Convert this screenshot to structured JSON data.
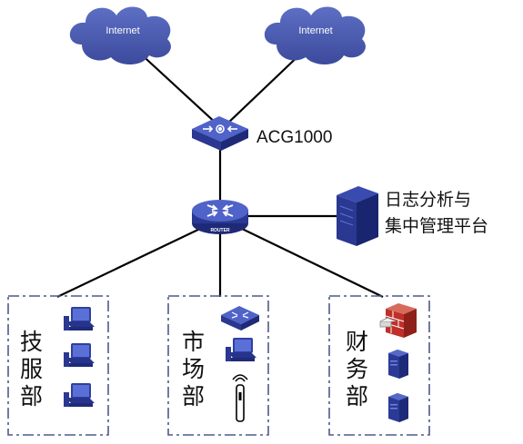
{
  "diagram": {
    "clouds": [
      {
        "id": "cloud-left",
        "label": "Internet"
      },
      {
        "id": "cloud-right",
        "label": "Internet"
      }
    ],
    "gateway": {
      "label": "ACG1000"
    },
    "router": {
      "badge": "ROUTER"
    },
    "log_server": {
      "label_lines": [
        "日志分析与",
        "集中管理平台"
      ]
    },
    "departments": [
      {
        "id": "tech",
        "name_chars": [
          "技",
          "服",
          "部"
        ]
      },
      {
        "id": "market",
        "name_chars": [
          "市",
          "场",
          "部"
        ]
      },
      {
        "id": "finance",
        "name_chars": [
          "财",
          "务",
          "部"
        ]
      }
    ],
    "colors": {
      "device_blue": "#2f3f9f",
      "device_light": "#5a6ed0",
      "cloud_fill": "#4a5bb0",
      "dash_border": "#4d5a8a",
      "link_line": "#000000",
      "firewall_red": "#c0302a"
    }
  }
}
